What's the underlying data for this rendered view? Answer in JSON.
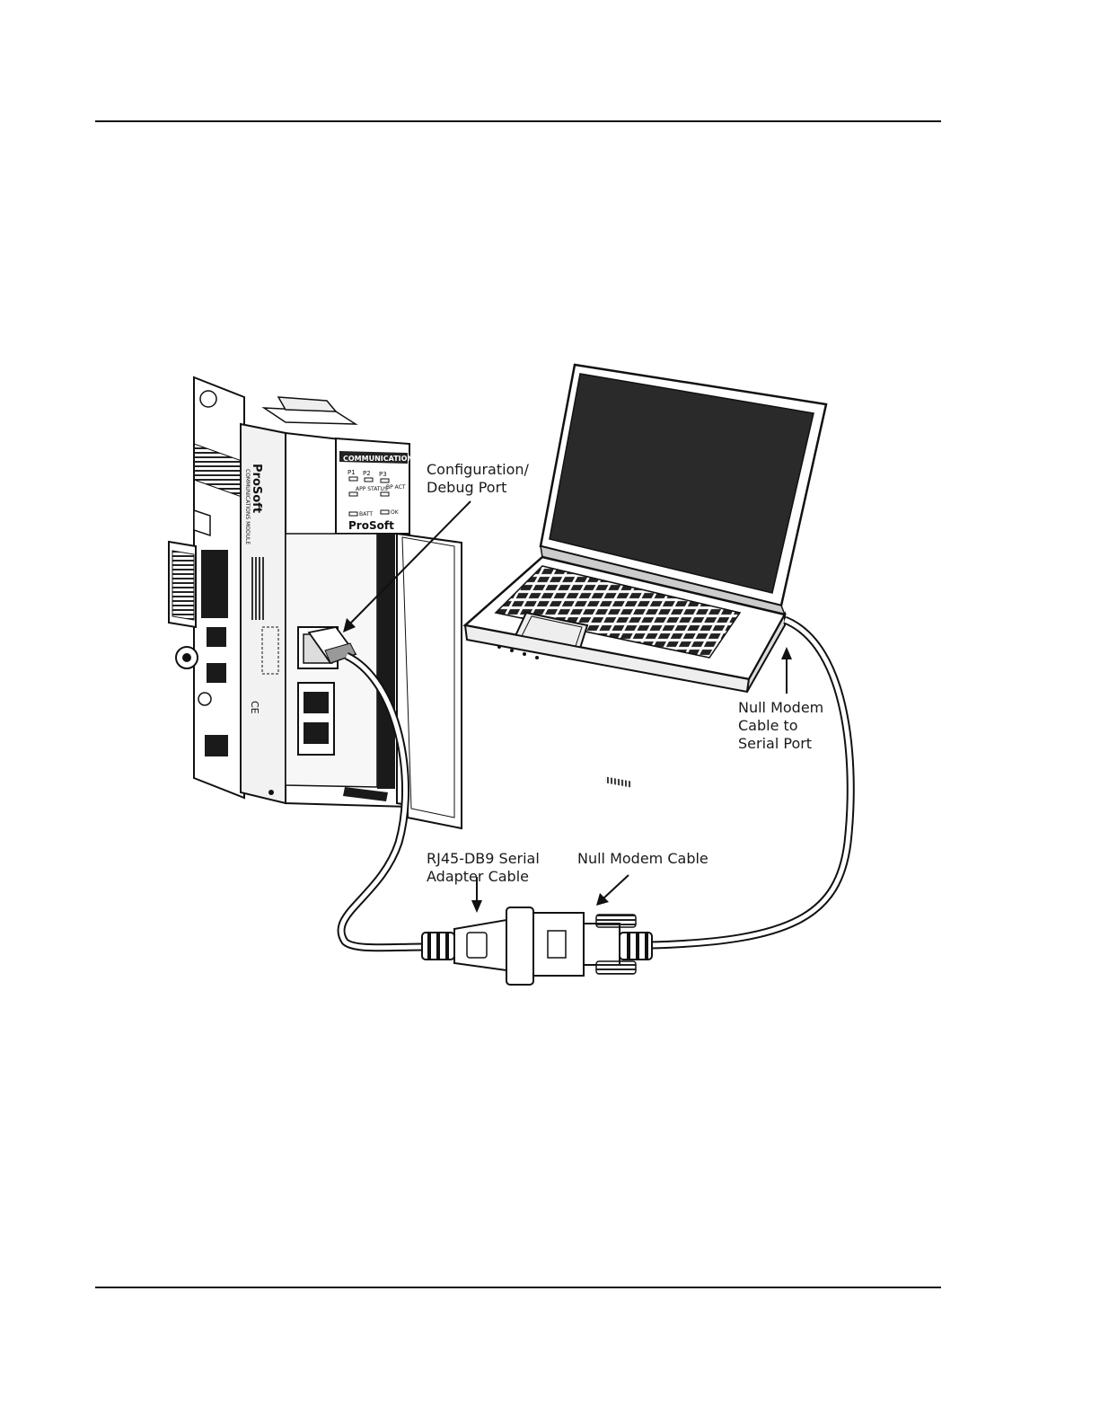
{
  "figure": {
    "callouts": {
      "config_port": "Configuration/\nDebug Port",
      "null_modem_to_serial": "Null Modem\nCable to\nSerial Port",
      "rj45_adapter": "RJ45-DB9 Serial\nAdapter Cable",
      "null_modem": "Null Modem Cable"
    },
    "module_labels": {
      "panel_title": "COMMUNICATIONS",
      "led_p1": "P1",
      "led_p2": "P2",
      "led_p3": "P3",
      "led_app_status": "APP\nSTATUS",
      "led_bp_act": "BP\nACT",
      "led_batt": "BATT",
      "led_ok": "OK",
      "brand_front": "ProSoft",
      "brand_side": "ProSoft",
      "side_text": "COMMUNICATIONS MODULE",
      "ce_mark": "CE"
    }
  }
}
